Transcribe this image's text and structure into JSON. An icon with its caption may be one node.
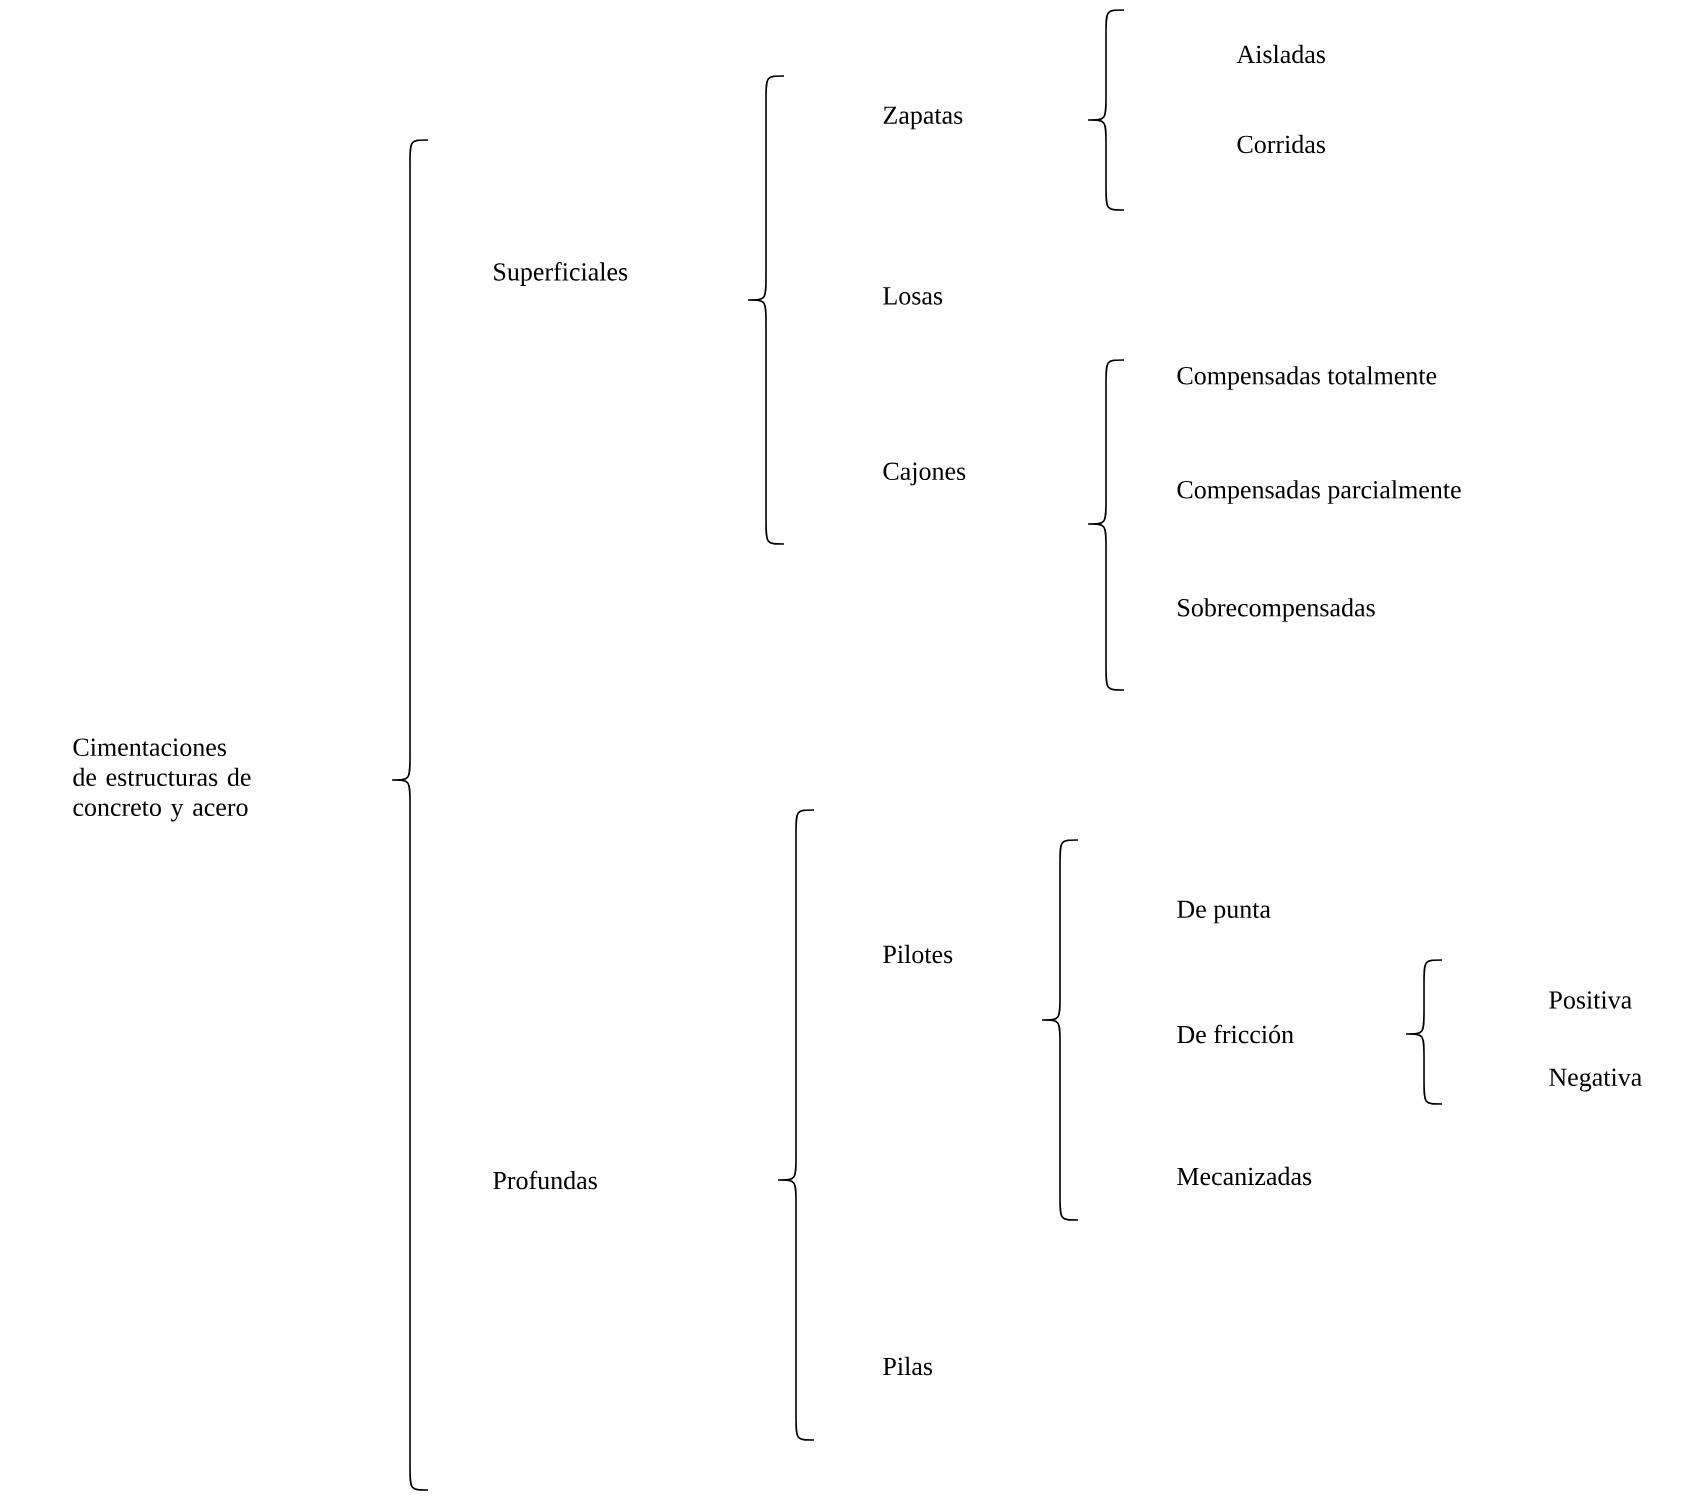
{
  "diagram": {
    "nodes": [
      {
        "text": [
          "Cimentaciones de estructuras de concreto y acero"
        ]
      },
      {
        "text": [
          "Superficiales"
        ]
      },
      {
        "text": [
          "Profundas"
        ]
      },
      {
        "text": [
          "Zapatas"
        ]
      },
      {
        "text": [
          "Losas"
        ]
      },
      {
        "text": [
          "Cajones"
        ]
      },
      {
        "text": [
          "Aisladas"
        ]
      },
      {
        "text": [
          "Corridas"
        ]
      },
      {
        "text": [
          "Compensadas totalmente"
        ]
      },
      {
        "text": [
          "Compensadas parcialmente"
        ]
      },
      {
        "text": [
          "Sobrecompensadas"
        ]
      },
      {
        "text": [
          "Pilotes"
        ]
      },
      {
        "text": [
          "Pilas"
        ]
      },
      {
        "text": [
          "De punta"
        ]
      },
      {
        "text": [
          "De fricción"
        ]
      },
      {
        "text": [
          "Mecanizadas"
        ]
      },
      {
        "text": [
          "Positiva"
        ]
      },
      {
        "text": [
          "Negativa"
        ]
      }
    ]
  }
}
